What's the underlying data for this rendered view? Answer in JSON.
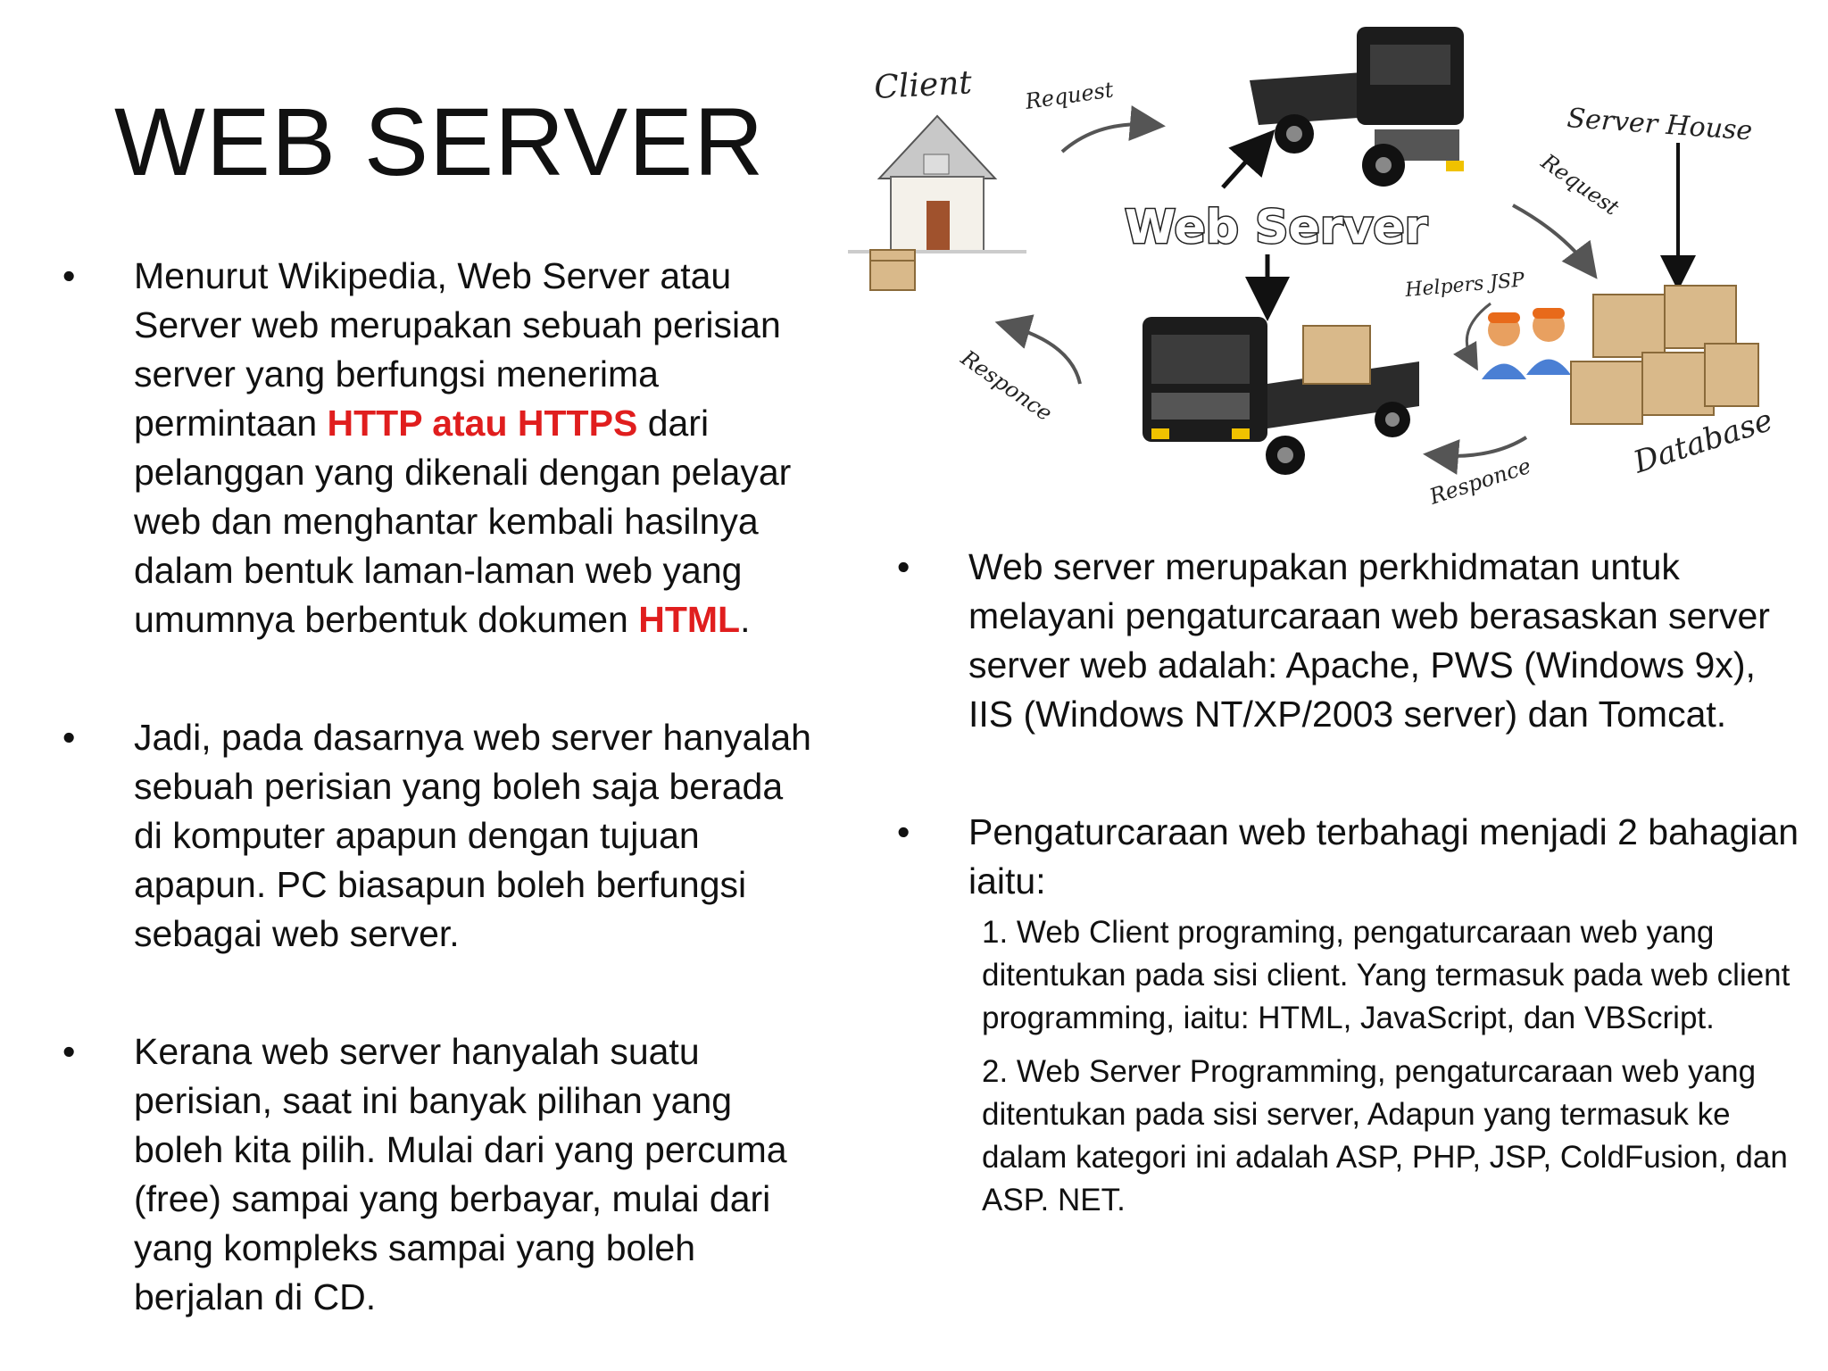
{
  "slide": {
    "title": "WEB SERVER"
  },
  "left_column": {
    "bullet1": {
      "part1": "Menurut Wikipedia, Web Server atau Server web merupakan sebuah perisian server yang berfungsi menerima permintaan ",
      "highlight1": "HTTP atau HTTPS",
      "part2": " dari pelanggan yang dikenali dengan pelayar web dan menghantar kembali hasilnya dalam bentuk laman-laman web yang umumnya berbentuk dokumen ",
      "highlight2": "HTML",
      "part3": "."
    },
    "bullet2": "Jadi, pada dasarnya web server hanyalah sebuah perisian yang boleh saja berada di komputer apapun dengan tujuan apapun. PC biasapun boleh berfungsi sebagai web server.",
    "bullet3": "Kerana web server hanyalah suatu perisian, saat ini banyak pilihan yang boleh kita pilih. Mulai dari yang percuma (free) sampai yang berbayar, mulai dari yang kompleks sampai yang boleh berjalan di CD."
  },
  "right_column": {
    "bullet1": "Web server merupakan perkhidmatan untuk melayani pengaturcaraan web berasaskan server server web adalah: Apache, PWS (Windows 9x), IIS (Windows NT/XP/2003 server) dan Tomcat.",
    "bullet2": "Pengaturcaraan web terbahagi menjadi 2 bahagian iaitu:",
    "sub1": "1. Web Client programing, pengaturcaraan web yang ditentukan pada sisi client. Yang termasuk pada web client programming, iaitu: HTML, JavaScript, dan VBScript.",
    "sub2": "2. Web Server Programming, pengaturcaraan web yang ditentukan pada sisi server, Adapun yang termasuk ke dalam kategori ini adalah ASP, PHP, JSP, ColdFusion, dan ASP. NET."
  },
  "bullet_glyph": "•",
  "diagram": {
    "client": "Client",
    "request1": "Request",
    "web_server": "Web Server",
    "server_house": "Server House",
    "request2": "Request",
    "helpers": "Helpers JSP",
    "responce1": "Responce",
    "responce2": "Responce",
    "database": "Database"
  },
  "colors": {
    "highlight": "#e01e1e",
    "text": "#111111"
  }
}
